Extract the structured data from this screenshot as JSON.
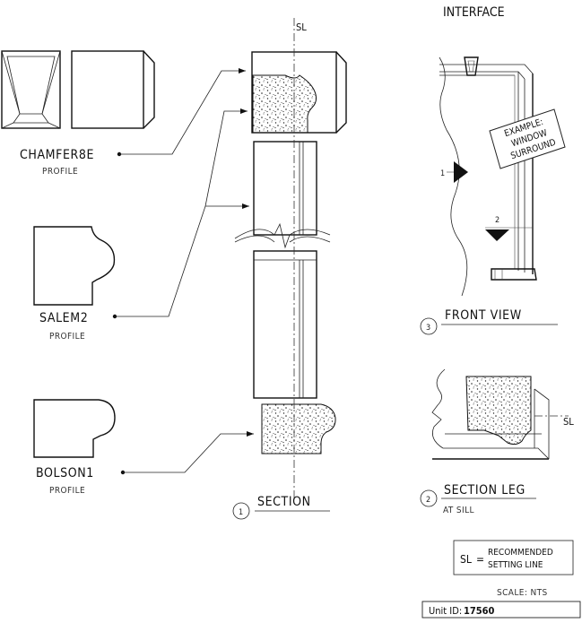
{
  "interface_title": "INTERFACE",
  "profiles": [
    {
      "name": "CHAMFER8E",
      "sub": "PROFILE"
    },
    {
      "name": "SALEM2",
      "sub": "PROFILE"
    },
    {
      "name": "BOLSON1",
      "sub": "PROFILE"
    }
  ],
  "section": {
    "number": "1",
    "label": "SECTION",
    "marker": "SL"
  },
  "front_view": {
    "number": "3",
    "label": "FRONT VIEW",
    "callout_1": "1",
    "callout_2": "2",
    "example_line1": "EXAMPLE:",
    "example_line2": "WINDOW",
    "example_line3": "SURROUND"
  },
  "section_leg": {
    "number": "2",
    "label": "SECTION LEG",
    "sub": "AT SILL",
    "marker": "SL"
  },
  "legend": {
    "symbol": "SL",
    "equals": "=",
    "line1": "RECOMMENDED",
    "line2": "SETTING LINE"
  },
  "scale": "SCALE: NTS",
  "unit_label": "Unit ID:",
  "unit_id": "17560"
}
